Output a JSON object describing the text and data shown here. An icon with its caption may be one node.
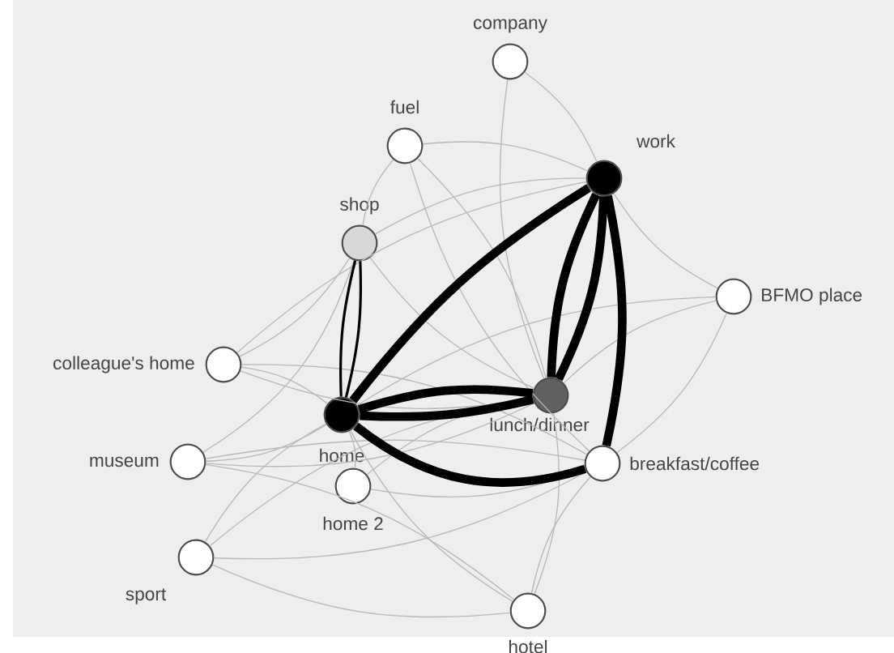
{
  "diagram": {
    "nodes": [
      {
        "text": [],
        "shape": "circle",
        "beside": [
          "company"
        ]
      },
      {
        "text": [],
        "shape": "circle",
        "beside": [
          "fuel"
        ]
      },
      {
        "text": [],
        "shape": "circle",
        "beside": [
          "work"
        ]
      },
      {
        "text": [],
        "shape": "circle",
        "beside": [
          "shop"
        ]
      },
      {
        "text": [],
        "shape": "circle",
        "beside": [
          "BFMO place"
        ]
      },
      {
        "text": [],
        "shape": "circle",
        "beside": [
          "colleague's home"
        ]
      },
      {
        "text": [],
        "shape": "circle",
        "beside": [
          "home"
        ]
      },
      {
        "text": [],
        "shape": "circle",
        "beside": [
          "lunch/dinner"
        ]
      },
      {
        "text": [],
        "shape": "circle",
        "beside": [
          "museum"
        ]
      },
      {
        "text": [],
        "shape": "circle",
        "beside": [
          "home 2"
        ]
      },
      {
        "text": [],
        "shape": "circle",
        "beside": [
          "breakfast/coffee"
        ]
      },
      {
        "text": [],
        "shape": "circle",
        "beside": [
          "sport"
        ]
      },
      {
        "text": [],
        "shape": "circle",
        "beside": [
          "hotel"
        ]
      }
    ],
    "edges": [
      {
        "from": 2,
        "to": 6,
        "arrow": "none",
        "style": "thick",
        "color": "#000000"
      },
      {
        "from": 2,
        "to": 7,
        "arrow": "none",
        "style": "thick",
        "color": "#000000"
      },
      {
        "from": 7,
        "to": 2,
        "arrow": "none",
        "style": "thick",
        "color": "#000000"
      },
      {
        "from": 2,
        "to": 10,
        "arrow": "none",
        "style": "thick",
        "color": "#000000"
      },
      {
        "from": 6,
        "to": 7,
        "arrow": "none",
        "style": "thick",
        "color": "#000000"
      },
      {
        "from": 7,
        "to": 6,
        "arrow": "none",
        "style": "thick",
        "color": "#000000"
      },
      {
        "from": 6,
        "to": 10,
        "arrow": "none",
        "style": "thick",
        "color": "#000000"
      },
      {
        "from": 3,
        "to": 6,
        "arrow": "none",
        "color": "#000000"
      },
      {
        "from": 6,
        "to": 3,
        "arrow": "none",
        "color": "#000000"
      },
      {
        "from": 0,
        "to": 2,
        "arrow": "none"
      },
      {
        "from": 0,
        "to": 7,
        "arrow": "none"
      },
      {
        "from": 1,
        "to": 2,
        "arrow": "none"
      },
      {
        "from": 1,
        "to": 3,
        "arrow": "none"
      },
      {
        "from": 1,
        "to": 7,
        "arrow": "none"
      },
      {
        "from": 1,
        "to": 10,
        "arrow": "none"
      },
      {
        "from": 3,
        "to": 2,
        "arrow": "none"
      },
      {
        "from": 3,
        "to": 7,
        "arrow": "none"
      },
      {
        "from": 3,
        "to": 5,
        "arrow": "none"
      },
      {
        "from": 2,
        "to": 4,
        "arrow": "none"
      },
      {
        "from": 5,
        "to": 2,
        "arrow": "none"
      },
      {
        "from": 4,
        "to": 7,
        "arrow": "none"
      },
      {
        "from": 4,
        "to": 10,
        "arrow": "none"
      },
      {
        "from": 4,
        "to": 6,
        "arrow": "none"
      },
      {
        "from": 5,
        "to": 6,
        "arrow": "none"
      },
      {
        "from": 5,
        "to": 7,
        "arrow": "none"
      },
      {
        "from": 5,
        "to": 10,
        "arrow": "none"
      },
      {
        "from": 8,
        "to": 6,
        "arrow": "none"
      },
      {
        "from": 8,
        "to": 7,
        "arrow": "none"
      },
      {
        "from": 8,
        "to": 10,
        "arrow": "none"
      },
      {
        "from": 8,
        "to": 3,
        "arrow": "none"
      },
      {
        "from": 9,
        "to": 6,
        "arrow": "none"
      },
      {
        "from": 9,
        "to": 7,
        "arrow": "none"
      },
      {
        "from": 9,
        "to": 10,
        "arrow": "none"
      },
      {
        "from": 11,
        "to": 6,
        "arrow": "none"
      },
      {
        "from": 11,
        "to": 12,
        "arrow": "none"
      },
      {
        "from": 11,
        "to": 7,
        "arrow": "none"
      },
      {
        "from": 11,
        "to": 10,
        "arrow": "none"
      },
      {
        "from": 12,
        "to": 6,
        "arrow": "none"
      },
      {
        "from": 12,
        "to": 7,
        "arrow": "none"
      },
      {
        "from": 12,
        "to": 10,
        "arrow": "none"
      },
      {
        "from": 12,
        "to": 8,
        "arrow": "none"
      }
    ]
  }
}
